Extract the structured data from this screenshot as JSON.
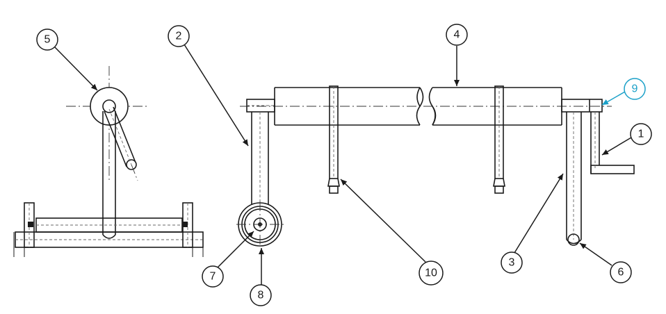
{
  "callouts": [
    {
      "id": "c1",
      "text": "1",
      "color": "#1a1a1a"
    },
    {
      "id": "c2",
      "text": "2",
      "color": "#1a1a1a"
    },
    {
      "id": "c3",
      "text": "3",
      "color": "#1a1a1a"
    },
    {
      "id": "c4",
      "text": "4",
      "color": "#1a1a1a"
    },
    {
      "id": "c5",
      "text": "5",
      "color": "#1a1a1a"
    },
    {
      "id": "c6",
      "text": "6",
      "color": "#1a1a1a"
    },
    {
      "id": "c7",
      "text": "7",
      "color": "#1a1a1a"
    },
    {
      "id": "c8",
      "text": "8",
      "color": "#1a1a1a"
    },
    {
      "id": "c9",
      "text": "9",
      "color": "#1aa0c8"
    },
    {
      "id": "c10",
      "text": "10",
      "color": "#1a1a1a"
    }
  ]
}
